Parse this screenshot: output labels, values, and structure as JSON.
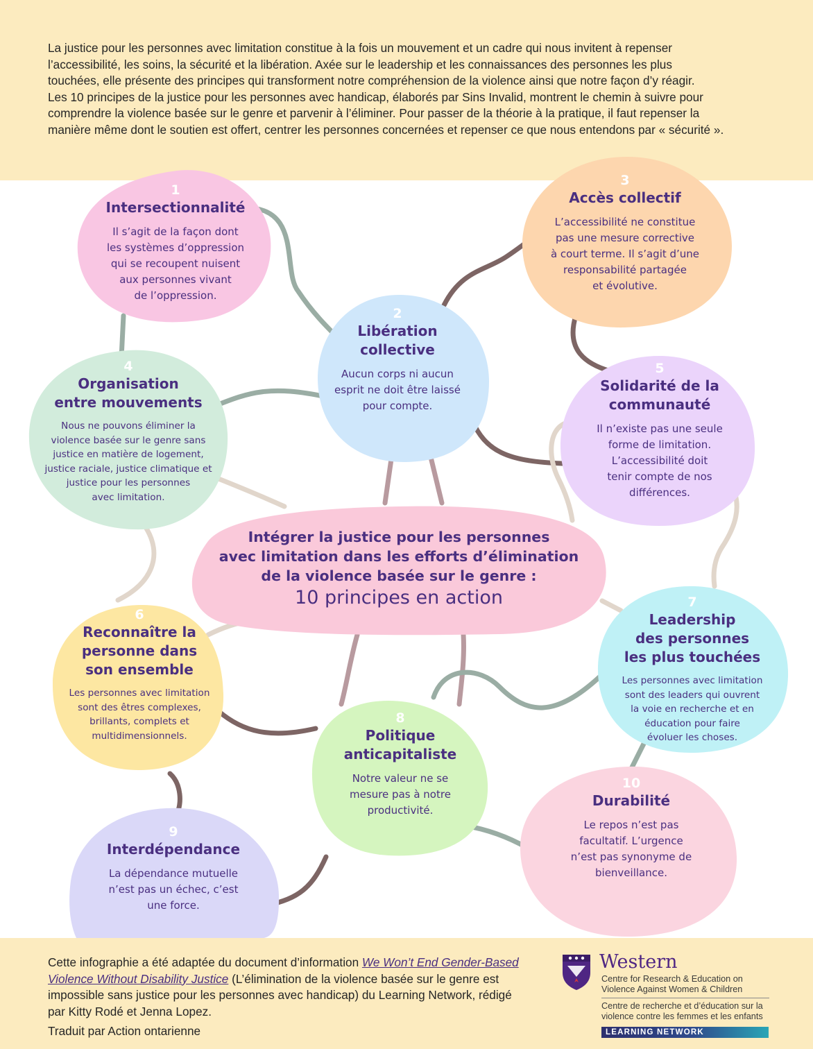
{
  "intro": {
    "lines": [
      "La justice pour les personnes avec limitation constitue à la fois un mouvement et un cadre qui nous invitent à repenser",
      "l’accessibilité, les soins, la sécurité et la libération. Axée sur le leadership et les connaissances des personnes les plus",
      "touchées, elle présente des principes qui transforment notre compréhension de la violence ainsi que notre façon d’y réagir.",
      "Les 10 principes de la justice pour les personnes avec handicap, élaborés par Sins Invalid, montrent le chemin à suivre pour",
      "comprendre la violence basée sur le genre et parvenir à l’éliminer. Pour passer de la théorie à la pratique, il faut repenser la",
      "manière même dont le soutien est offert, centrer les personnes concernées et repenser ce que nous entendons par « sécurité »."
    ]
  },
  "center": {
    "line1": "Intégrer la justice pour les personnes",
    "line2": "avec limitation dans les efforts d’élimination",
    "line3": "de la violence basée sur le genre :",
    "subtitle": "10 principes en action"
  },
  "principles": [
    {
      "num": "1",
      "title": [
        "Intersectionnalité"
      ],
      "body": [
        "Il s’agit de la façon dont",
        "les systèmes d’oppression",
        "qui se recoupent nuisent",
        "aux personnes vivant",
        "de l’oppression."
      ],
      "color": "#f9c6e3"
    },
    {
      "num": "2",
      "title": [
        "Libération",
        "collective"
      ],
      "body": [
        "Aucun corps ni aucun",
        "esprit ne doit être laissé",
        "pour compte."
      ],
      "color": "#cfe7fb"
    },
    {
      "num": "3",
      "title": [
        "Accès collectif"
      ],
      "body": [
        "L’accessibilité ne constitue",
        "pas une mesure corrective",
        "à court terme. Il s’agit d’une",
        "responsabilité partagée",
        "et évolutive."
      ],
      "color": "#fdd6ae"
    },
    {
      "num": "4",
      "title": [
        "Organisation",
        "entre mouvements"
      ],
      "body": [
        "Nous ne pouvons éliminer la",
        "violence basée sur le genre sans",
        "justice en matière de logement,",
        "justice raciale, justice climatique et",
        "justice pour les personnes",
        "avec limitation."
      ],
      "color": "#d2ecdc"
    },
    {
      "num": "5",
      "title": [
        "Solidarité de la",
        "communauté"
      ],
      "body": [
        "Il n’existe pas une seule",
        "forme de limitation.",
        "L’accessibilité doit",
        "tenir compte de nos",
        "différences."
      ],
      "color": "#ebd4fb"
    },
    {
      "num": "6",
      "title": [
        "Reconnaître la",
        "personne dans",
        "son ensemble"
      ],
      "body": [
        "Les personnes avec limitation",
        "sont des êtres complexes,",
        "brillants, complets et",
        "multidimensionnels."
      ],
      "color": "#fde7a2"
    },
    {
      "num": "7",
      "title": [
        "Leadership",
        "des personnes",
        "les plus touchées"
      ],
      "body": [
        "Les personnes avec limitation",
        "sont des leaders qui ouvrent",
        "la voie en recherche et en",
        "éducation pour faire",
        "évoluer les choses."
      ],
      "color": "#bff1f6"
    },
    {
      "num": "8",
      "title": [
        "Politique",
        "anticapitaliste"
      ],
      "body": [
        "Notre valeur ne se",
        "mesure pas à notre",
        "productivité."
      ],
      "color": "#d5f5bf"
    },
    {
      "num": "9",
      "title": [
        "Interdépendance"
      ],
      "body": [
        "La dépendance mutuelle",
        "n’est pas un échec, c’est",
        "une force."
      ],
      "color": "#dad8f8"
    },
    {
      "num": "10",
      "title": [
        "Durabilité"
      ],
      "body": [
        "Le repos n’est pas",
        "facultatif. L’urgence",
        "n’est pas synonyme de",
        "bienveillance."
      ],
      "color": "#fbd5e0"
    }
  ],
  "credit": {
    "prefix": "Cette infographie a été adaptée du document d’information ",
    "doc_title": "We Won’t End Gender-Based Violence Without Disability Justice",
    "suffix": " (L’élimination de la violence basée sur le genre est impossible sans justice pour les personnes avec handicap) du Learning Network, rédigé par Kitty Rodé et Jenna Lopez.",
    "translated_by": "Traduit par Action ontarienne"
  },
  "logo": {
    "name": "Western",
    "line1": "Centre for Research & Education on",
    "line2": "Violence Against Women & Children",
    "fr_line1": "Centre de recherche et d’éducation sur la",
    "fr_line2": "violence contre les femmes et les enfants",
    "bar": "LEARNING NETWORK"
  },
  "colors": {
    "band": "#fcebbf",
    "title_purple": "#4a2f80",
    "center_blob": "#fac9da",
    "connector_grey_green": "#9aada4",
    "connector_brown": "#7d6564",
    "connector_pink_brown": "#b89a9f",
    "connector_beige": "#e1d6cb"
  }
}
